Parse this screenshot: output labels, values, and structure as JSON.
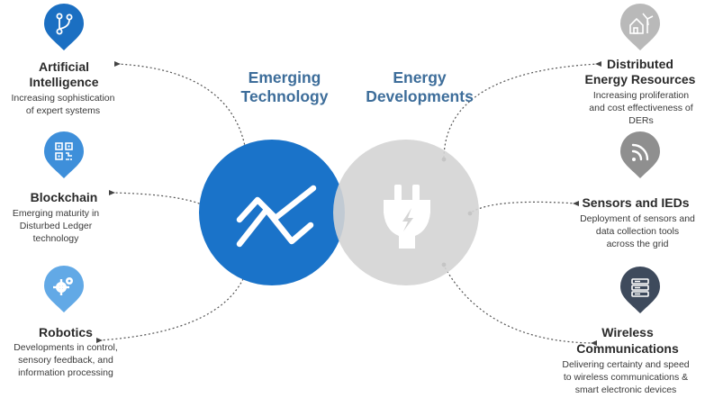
{
  "center": {
    "left_title": [
      "Emerging",
      "Technology"
    ],
    "right_title": [
      "Energy",
      "Developments"
    ]
  },
  "colors": {
    "blue_circle": "#1a73c9",
    "gray_circle": "#d4d4d4",
    "left_title": "#3d6d9a",
    "right_title": "#3d6d9a",
    "connector": "#555555"
  },
  "left_items": [
    {
      "id": "ai",
      "icon": "git-branch-icon",
      "pin_color": "#1b6fc2",
      "title": [
        "Artificial",
        "Intelligence"
      ],
      "desc": [
        "Increasing sophistication",
        "of expert systems"
      ]
    },
    {
      "id": "blockchain",
      "icon": "qr-code-icon",
      "pin_color": "#3e8fda",
      "title": [
        "Blockchain"
      ],
      "desc": [
        "Emerging maturity in",
        "Disturbed Ledger",
        "technology"
      ]
    },
    {
      "id": "robotics",
      "icon": "gears-icon",
      "pin_color": "#62a9e6",
      "title": [
        "Robotics"
      ],
      "desc": [
        "Developments in control,",
        "sensory feedback, and",
        "information processing"
      ]
    }
  ],
  "right_items": [
    {
      "id": "der",
      "icon": "house-turbine-icon",
      "pin_color": "#b9b9b9",
      "title": [
        "Distributed",
        "Energy Resources"
      ],
      "desc": [
        "Increasing proliferation",
        "and cost effectiveness of",
        "DERs"
      ]
    },
    {
      "id": "sensors",
      "icon": "signal-icon",
      "pin_color": "#8f8f8f",
      "title": [
        "Sensors and IEDs"
      ],
      "desc": [
        "Deployment of sensors and",
        "data collection tools",
        "across the grid"
      ]
    },
    {
      "id": "wireless",
      "icon": "server-icon",
      "pin_color": "#3e4a5c",
      "title": [
        "Wireless",
        "Communications"
      ],
      "desc": [
        "Delivering certainty and speed",
        "to wireless communications &",
        "smart electronic devices"
      ]
    }
  ]
}
